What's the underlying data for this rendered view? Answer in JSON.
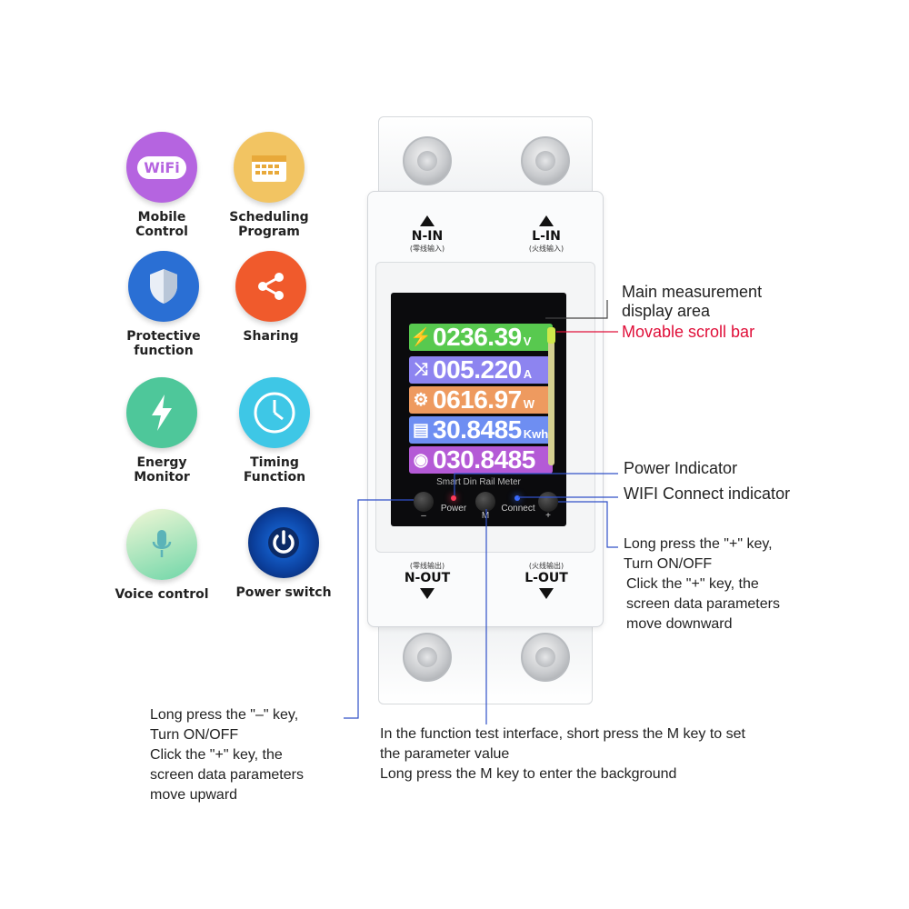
{
  "features": [
    {
      "label": "Mobile\nControl",
      "icon": "wifi-icon",
      "badge": "WiFi",
      "color": "#b564e0"
    },
    {
      "label": "Scheduling\nProgram",
      "icon": "calendar-icon",
      "color": "#f2c462"
    },
    {
      "label": "Protective\nfunction",
      "icon": "shield-icon",
      "color": "#2a6fd4"
    },
    {
      "label": "Sharing",
      "icon": "share-icon",
      "color": "#f05a2c"
    },
    {
      "label": "Energy\nMonitor",
      "icon": "lightning-icon",
      "color": "#4ec79a"
    },
    {
      "label": "Timing\nFunction",
      "icon": "clock-icon",
      "color": "#3ec7e6"
    },
    {
      "label": "Voice control",
      "icon": "microphone-icon",
      "color": "#6fd6a8"
    },
    {
      "label": "Power switch",
      "icon": "power-icon",
      "color": "#1a73e8"
    }
  ],
  "device": {
    "n_in": "N-IN",
    "n_in_cn": "(零线输入)",
    "l_in": "L-IN",
    "l_in_cn": "(火线输入)",
    "n_out": "N-OUT",
    "n_out_cn": "(零线输出)",
    "l_out": "L-OUT",
    "l_out_cn": "(火线输出)",
    "brand": "Smart Din Rail Meter",
    "buttons": {
      "minus": "–",
      "power": "Power",
      "m": "M",
      "connect": "Connect",
      "plus": "+"
    }
  },
  "screen": {
    "rows": [
      {
        "icon": "lightning-icon",
        "glyph": "⚡",
        "value": "0236.39",
        "unit": "V",
        "color": "#58c94f"
      },
      {
        "icon": "shuffle-icon",
        "glyph": "⤨",
        "value": "005.220",
        "unit": "A",
        "color": "#8d84f0"
      },
      {
        "icon": "gauge-icon",
        "glyph": "⚙",
        "value": "0616.97",
        "unit": "W",
        "color": "#ee9a5f"
      },
      {
        "icon": "meter-icon",
        "glyph": "▤",
        "value": "30.8485",
        "unit": "Kwh",
        "color": "#6e8ef2"
      },
      {
        "icon": "money-icon",
        "glyph": "◉",
        "value": "030.8485",
        "unit": "",
        "color": "#b45ad6"
      }
    ]
  },
  "annotations": {
    "main_display": "Main measurement\n      display area",
    "scroll_bar": "Movable scroll bar",
    "power_indicator": "Power Indicator",
    "wifi_indicator": "WIFI Connect indicator",
    "plus_long": "Long press the \"+\" key,\nTurn ON/OFF",
    "plus_click": "Click the \"+\" key, the\nscreen data parameters\nmove downward",
    "minus_long": "Long press the \"–\" key,\nTurn ON/OFF",
    "minus_click": "Click the \"+\" key, the\nscreen data parameters\nmove upward",
    "m_key": "In the function test interface, short press the M key to set\nthe parameter value\nLong press the M key to enter the background"
  },
  "colors": {
    "scroll_bar_label": "#e0103a",
    "callout_line": "#3050c8",
    "power_led": "#ff3a5a",
    "wifi_led": "#3a6bff"
  }
}
